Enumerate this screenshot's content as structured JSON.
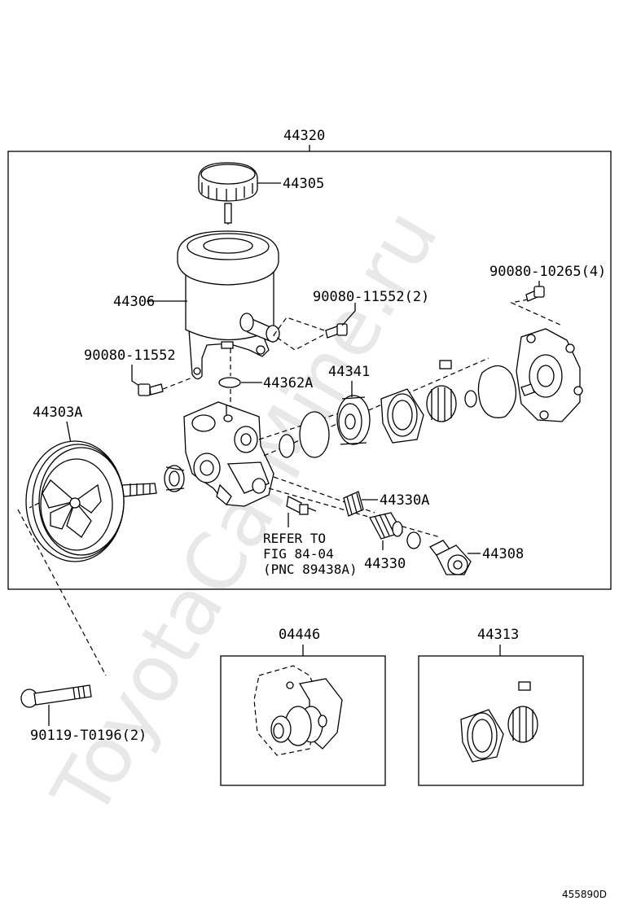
{
  "diagram": {
    "watermark": "ToyotaCarMine.ru",
    "drawing_code": "455890D",
    "assembly_label": "44320",
    "parts": {
      "cap": "44305",
      "reservoir": "44306",
      "bolt_reservoir_right": "90080-11552(2)",
      "bolt_reservoir_left": "90080-11552",
      "bolt_cover": "90080-10265(4)",
      "oring": "44362A",
      "ring_kit": "44341",
      "pulley": "44303A",
      "spring": "44330A",
      "valve": "44330",
      "union": "44308",
      "pulley_bolt": "90119-T0196(2)"
    },
    "refer": {
      "line1": "REFER TO",
      "line2": "FIG 84-04",
      "line3": "(PNC 89438A)"
    },
    "kits": {
      "gasket_kit": "04446",
      "cam_kit": "44313"
    }
  }
}
